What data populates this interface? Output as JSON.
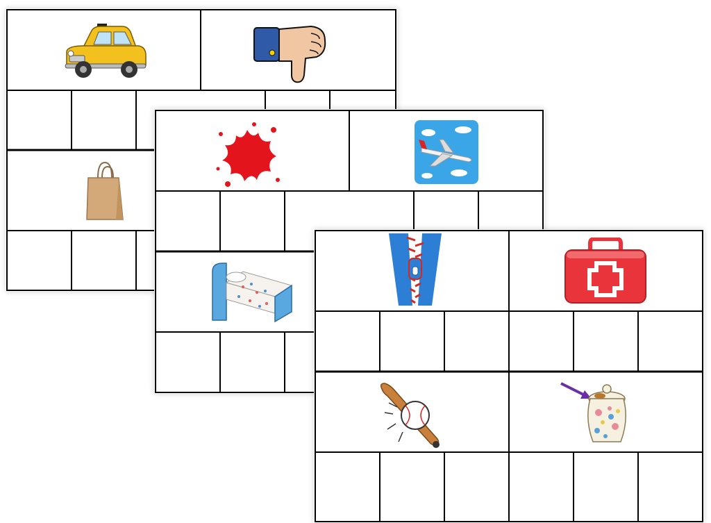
{
  "worksheets": [
    {
      "id": "back",
      "pictures": [
        "taxi",
        "thumbs-down",
        "paper-bag"
      ],
      "boxes_per_word": 3
    },
    {
      "id": "middle",
      "pictures": [
        "paint-splat",
        "airplane",
        "bed"
      ],
      "boxes_per_word": 3
    },
    {
      "id": "front",
      "pictures": [
        "zipper",
        "first-aid-kit",
        "baseball-bat-and-ball",
        "cookie-jar"
      ],
      "boxes_per_word": 3
    }
  ],
  "colors": {
    "grid_line": "#000000",
    "taxi": "#f2c11d",
    "paint": "#e3141b",
    "sky": "#3aa6e8",
    "zipper": "#2d7fd6",
    "kit": "#e8343a",
    "arrow": "#6a2fa8"
  }
}
